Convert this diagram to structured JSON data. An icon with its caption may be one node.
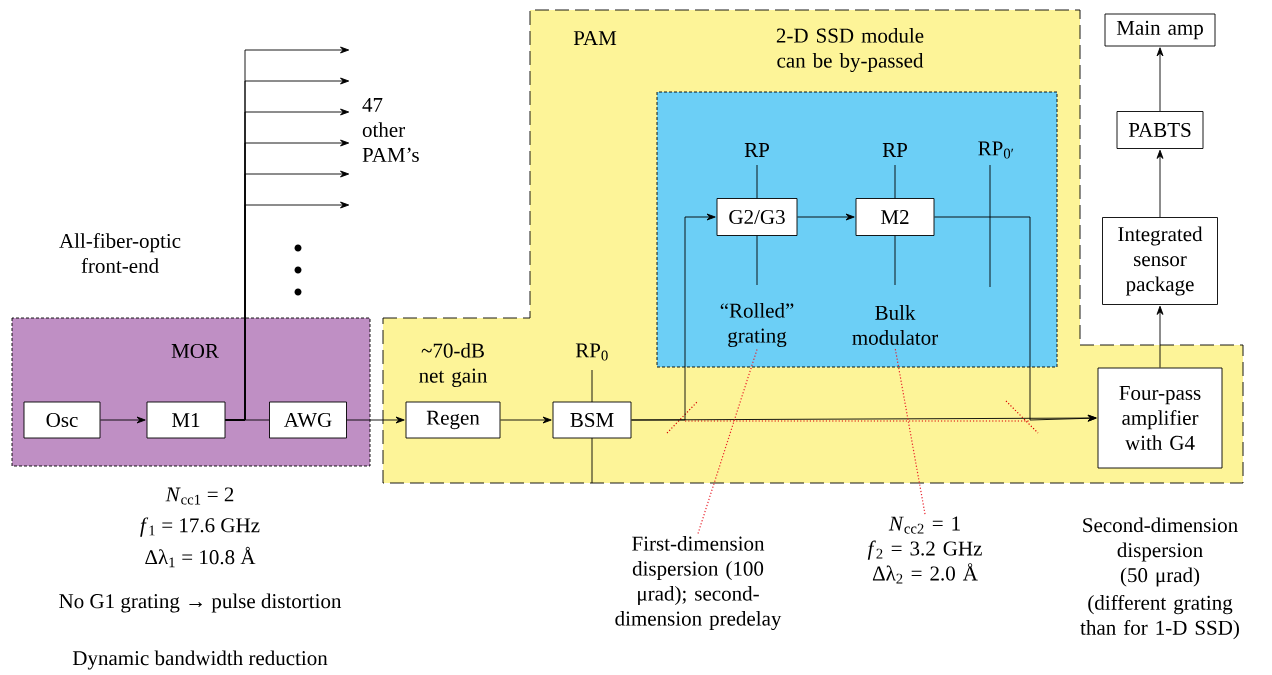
{
  "diagram": {
    "nodes": [
      {
        "text": [
          "MOR"
        ]
      },
      {
        "text": [
          "Osc"
        ],
        "in": 0
      },
      {
        "text": [
          "M1"
        ],
        "in": 0
      },
      {
        "text": [
          "AWG"
        ],
        "in": 0
      },
      {
        "text": [
          "PAM"
        ]
      },
      {
        "text": [
          "2-D SSD module can be by-passed"
        ],
        "in": 4
      },
      {
        "text": [
          "Regen"
        ],
        "in": 4,
        "beside": [
          "~70-dB net gain"
        ]
      },
      {
        "text": [
          "BSM"
        ],
        "in": 4
      },
      {
        "text": [
          "G2/G3"
        ],
        "in": 5
      },
      {
        "text": [
          "M2"
        ],
        "in": 5
      },
      {
        "text": [
          "Four-pass amplifier with G4"
        ],
        "in": 4
      },
      {
        "text": [
          "Integrated sensor package"
        ]
      },
      {
        "text": [
          "PABTS"
        ]
      },
      {
        "text": [
          "Main amp"
        ]
      },
      {
        "text": [
          "“Rolled” grating"
        ],
        "in": 5
      },
      {
        "text": [
          "Bulk modulator"
        ],
        "in": 5
      },
      {
        "text": [
          "First-dimension dispersion (100 μrad); second-dimension predelay"
        ]
      },
      {
        "text": [
          "*N*$_{cc2}$ = 1",
          "*f*$_{2}$ = 3.2 GHz",
          "Δλ$_{2}$ = 2.0 Å"
        ]
      },
      {
        "text": [
          "47 other PAM’s"
        ]
      }
    ],
    "edges": [
      {
        "from": 1,
        "to": 2,
        "arrow": "to"
      },
      {
        "from": 2,
        "to": 3,
        "arrow": "none"
      },
      {
        "from": 2,
        "to": 18,
        "arrow": "to"
      },
      {
        "from": 2,
        "to": 18,
        "arrow": "to"
      },
      {
        "from": 2,
        "to": 18,
        "arrow": "to"
      },
      {
        "from": 2,
        "to": 18,
        "arrow": "to"
      },
      {
        "from": 2,
        "to": 18,
        "arrow": "to"
      },
      {
        "from": 2,
        "to": 18,
        "arrow": "to"
      },
      {
        "from": 3,
        "to": 6,
        "arrow": "to"
      },
      {
        "from": 6,
        "to": 7,
        "arrow": "to"
      },
      {
        "from": 7,
        "to": 10,
        "arrow": "to"
      },
      {
        "from": 7,
        "to": 8,
        "arrow": "to"
      },
      {
        "from": 8,
        "to": 9,
        "arrow": "to"
      },
      {
        "from": 9,
        "to": 10,
        "arrow": "to"
      },
      {
        "from": 10,
        "to": 11,
        "arrow": "to"
      },
      {
        "from": 11,
        "to": 12,
        "arrow": "to"
      },
      {
        "from": 12,
        "to": 13,
        "arrow": "to"
      },
      {
        "from": 16,
        "to": 14,
        "arrow": "none",
        "style": "dashed",
        "color": "#e8202a"
      },
      {
        "from": 17,
        "to": 15,
        "arrow": "none",
        "style": "dashed",
        "color": "#e8202a"
      }
    ],
    "labels": [
      "All-fiber-optic front-end",
      "RP$_{0}$",
      "RP",
      "RP",
      "RP$_{0′}$",
      "*N*$_{cc1}$ = 2",
      "*f*$_{1}$ = 17.6 GHz",
      "Δλ$_{1}$ = 10.8 Å",
      "No G1 grating → pulse distortion",
      "Dynamic bandwidth reduction",
      "Second-dimension dispersion (50 μrad)",
      "(different grating than for 1-D SSD)"
    ]
  }
}
